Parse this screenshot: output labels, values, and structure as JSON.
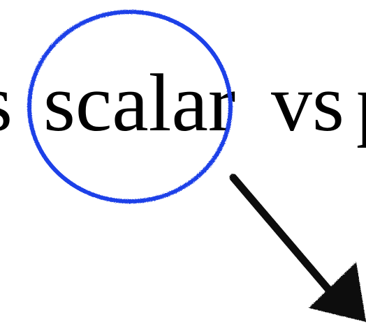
{
  "phrase": {
    "left_fragment": "s",
    "highlighted_word": "scalar",
    "middle_word": "vs",
    "right_fragment": "p"
  },
  "colors": {
    "text": "#000000",
    "circle": "#1f3fe8",
    "arrow": "#111111",
    "background": "#ffffff"
  }
}
